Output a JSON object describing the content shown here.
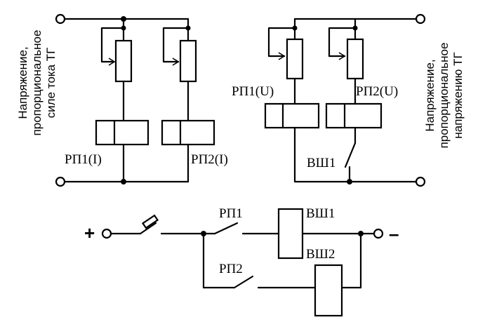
{
  "labels": {
    "rp1_i": "РП1(I)",
    "rp2_i": "РП2(I)",
    "rp1_u": "РП1(U)",
    "rp2_u": "РП2(U)",
    "vsh1_contact": "ВШ1",
    "rp1": "РП1",
    "rp2": "РП2",
    "vsh1_coil": "ВШ1",
    "vsh2_coil": "ВШ2",
    "plus": "+",
    "minus": "–"
  },
  "side_text": {
    "left": [
      "Напряжение,",
      "пропорциональное",
      "силе тока ТГ"
    ],
    "right": [
      "Напряжение,",
      "пропорциональное",
      "напряжению ТГ"
    ]
  }
}
